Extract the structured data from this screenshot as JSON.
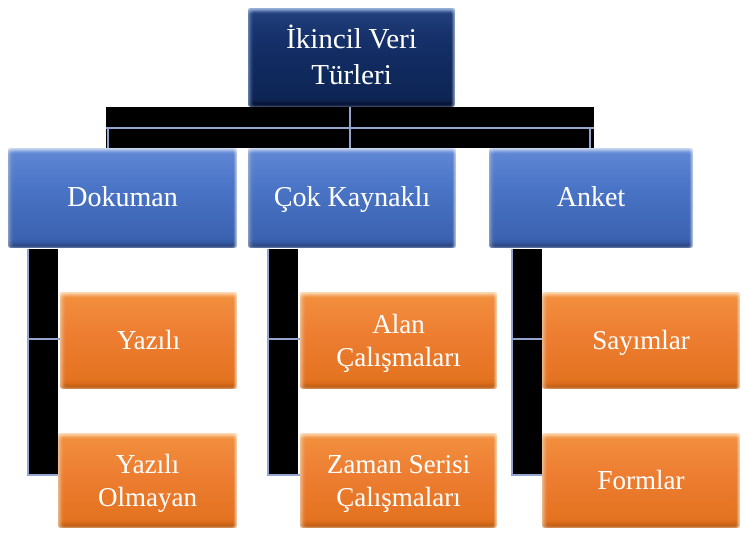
{
  "diagram": {
    "type": "hierarchy-org-chart",
    "root_label": "İkincil Veri Türleri",
    "branches": [
      {
        "label": "Dokuman",
        "children": [
          {
            "label": "Yazılı"
          },
          {
            "label": "Yazılı Olmayan"
          }
        ]
      },
      {
        "label": "Çok Kaynaklı",
        "children": [
          {
            "label": "Alan Çalışmaları"
          },
          {
            "label": "Zaman Serisi Çalışmaları"
          }
        ]
      },
      {
        "label": "Anket",
        "children": [
          {
            "label": "Sayımlar"
          },
          {
            "label": "Formlar"
          }
        ]
      }
    ],
    "colors": {
      "root_fill": "#102A5E",
      "branch_fill": "#4673C0",
      "child_fill": "#ED7D31",
      "connector_trunk": "#000000",
      "connector_line": "#94A5CF",
      "text": "#FFFFFF",
      "background": "#FFFFFF"
    }
  }
}
